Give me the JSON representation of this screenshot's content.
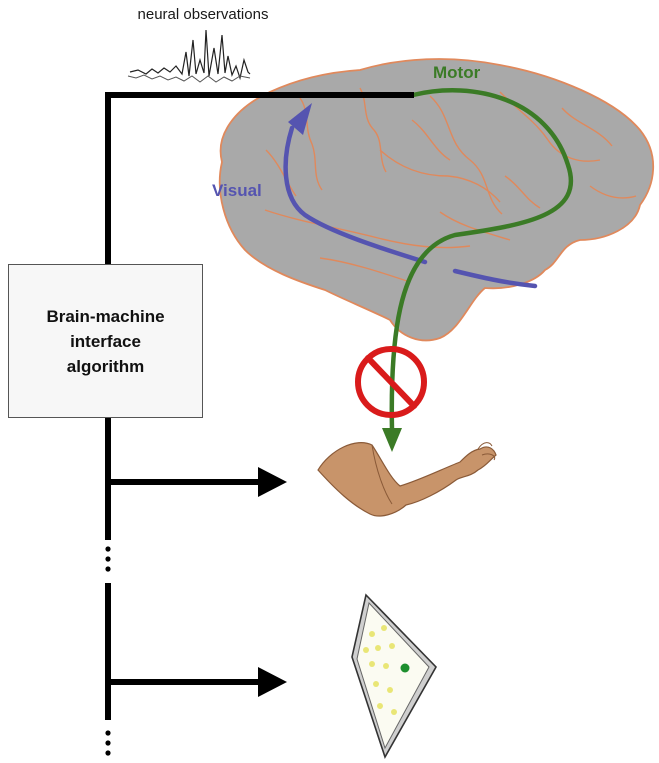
{
  "caption": "neural observations",
  "algorithm_box": {
    "line1": "Brain-machine",
    "line2": "interface",
    "line3": "algorithm"
  },
  "brain": {
    "motor_label": "Motor",
    "visual_label": "Visual"
  },
  "colors": {
    "motor_pathway": "#3b7b26",
    "visual_pathway": "#5554b0",
    "brain_fill": "#a9a9a9",
    "brain_sulci": "#e0895c",
    "blocked_symbol": "#d91b1b",
    "connector": "#000000",
    "arm_skin": "#c8946a",
    "tablet_screen": "#fbfbf2",
    "tablet_dot": "#e9e676",
    "tablet_target": "#1d8f2e"
  },
  "icons": {
    "blocked": "no-entry-icon",
    "arm": "arm-icon",
    "tablet": "tablet-icon",
    "spike_trace": "neural-spike-trace"
  }
}
